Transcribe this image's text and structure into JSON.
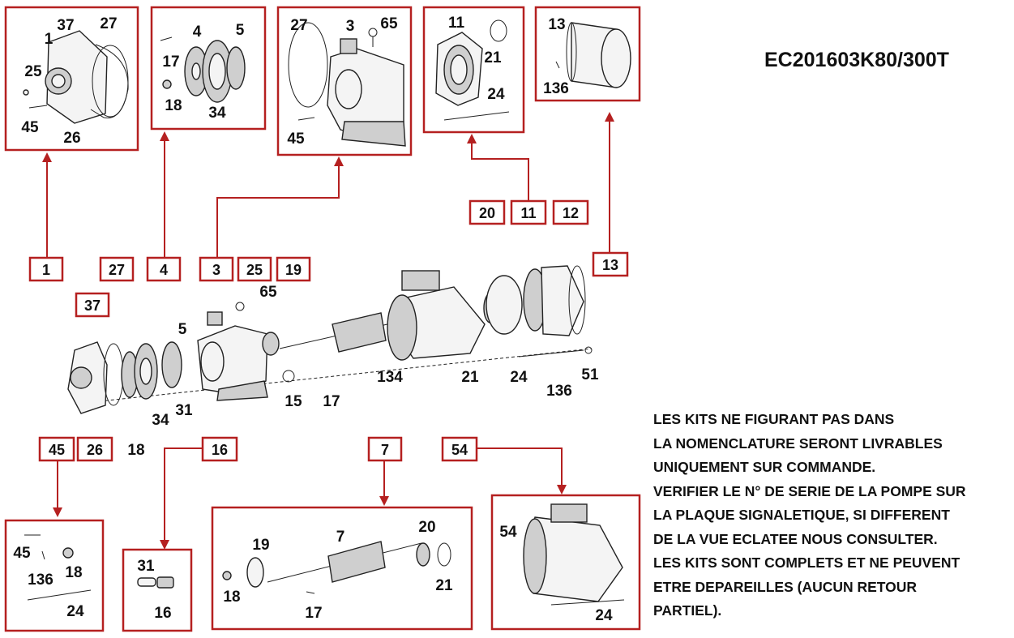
{
  "title": "EC201603K80/300T",
  "notice": [
    "LES KITS NE FIGURANT PAS DANS",
    "LA NOMENCLATURE SERONT LIVRABLES",
    "UNIQUEMENT SUR COMMANDE.",
    "VERIFIER LE N° DE SERIE DE LA POMPE SUR",
    "LA PLAQUE SIGNALETIQUE, SI DIFFERENT",
    "DE LA VUE ECLATEE NOUS CONSULTER.",
    "LES KITS SONT COMPLETS ET NE PEUVENT",
    "ETRE DEPAREILLES (AUCUN RETOUR",
    "PARTIEL)."
  ],
  "tags": {
    "t1": "1",
    "t27": "27",
    "t4": "4",
    "t3": "3",
    "t25": "25",
    "t19": "19",
    "t37": "37",
    "t20": "20",
    "t11": "11",
    "t12": "12",
    "t13": "13",
    "t45": "45",
    "t26": "26",
    "t16": "16",
    "t7": "7",
    "t54": "54"
  },
  "kits": {
    "k1": {
      "n37": "37",
      "n27": "27",
      "n1": "1",
      "n25": "25",
      "n45": "45",
      "n26": "26"
    },
    "k4": {
      "n4": "4",
      "n5": "5",
      "n17": "17",
      "n18": "18",
      "n34": "34"
    },
    "k3": {
      "n27": "27",
      "n3": "3",
      "n65": "65",
      "n45": "45"
    },
    "k11": {
      "n11": "11",
      "n21": "21",
      "n24": "24"
    },
    "k13": {
      "n13": "13",
      "n136": "136"
    },
    "k45": {
      "n45": "45",
      "n136": "136",
      "n18": "18",
      "n24": "24"
    },
    "k16": {
      "n31": "31",
      "n16": "16"
    },
    "k7": {
      "n19": "19",
      "n7": "7",
      "n20": "20",
      "n18": "18",
      "n17": "17",
      "n21": "21"
    },
    "k54": {
      "n54": "54",
      "n24": "24"
    }
  },
  "main_labels": {
    "m65": "65",
    "m5": "5",
    "m34": "34",
    "m31": "31",
    "m18": "18",
    "m15": "15",
    "m17": "17",
    "m134": "134",
    "m21": "21",
    "m24": "24",
    "m136": "136",
    "m51": "51"
  }
}
